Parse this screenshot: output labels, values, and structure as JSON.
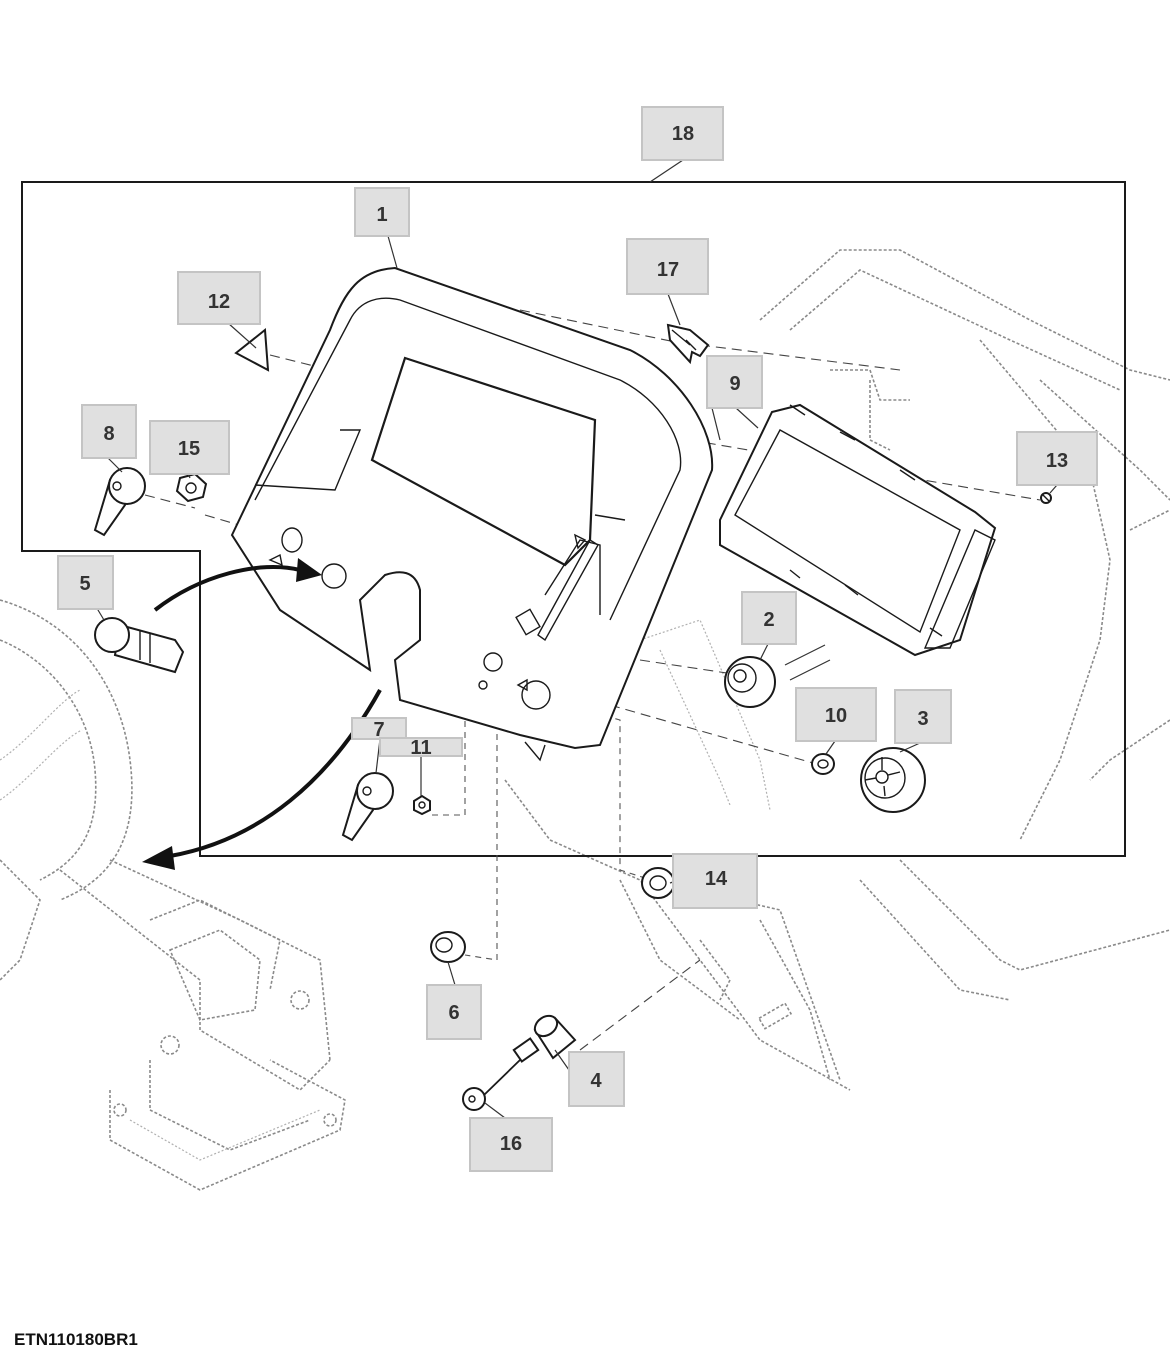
{
  "figure": {
    "drawing_code": "ETN110180BR1",
    "callouts": [
      {
        "label": "1"
      },
      {
        "label": "2"
      },
      {
        "label": "3"
      },
      {
        "label": "4"
      },
      {
        "label": "5"
      },
      {
        "label": "6"
      },
      {
        "label": "7"
      },
      {
        "label": "8"
      },
      {
        "label": "9"
      },
      {
        "label": "10"
      },
      {
        "label": "11"
      },
      {
        "label": "12"
      },
      {
        "label": "13"
      },
      {
        "label": "14"
      },
      {
        "label": "15"
      },
      {
        "label": "16"
      },
      {
        "label": "17"
      },
      {
        "label": "18"
      }
    ]
  }
}
